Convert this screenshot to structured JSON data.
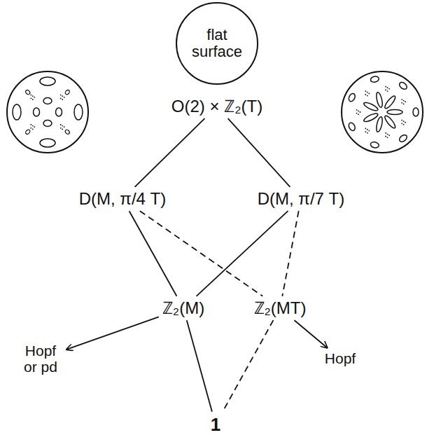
{
  "diagram": {
    "nodes": [
      {
        "text": [
          "flat surface"
        ]
      },
      {
        "text": [
          "O(2) × ℤ₂(T)"
        ]
      },
      {
        "text": [
          "D(M, π/4 T)"
        ]
      },
      {
        "text": [
          "D(M, π/7 T)"
        ]
      },
      {
        "text": [
          "ℤ₂(M)"
        ]
      },
      {
        "text": [
          "ℤ₂(MT)"
        ]
      },
      {
        "text": [
          "Hopf or pd"
        ]
      },
      {
        "text": [
          "Hopf"
        ]
      },
      {
        "text": [
          "1"
        ]
      }
    ],
    "edges": [
      {
        "from": 1,
        "to": 2,
        "arrow": "none"
      },
      {
        "from": 1,
        "to": 3,
        "arrow": "none"
      },
      {
        "from": 2,
        "to": 4,
        "arrow": "none"
      },
      {
        "from": 2,
        "to": 5,
        "arrow": "none"
      },
      {
        "from": 3,
        "to": 4,
        "arrow": "none"
      },
      {
        "from": 3,
        "to": 5,
        "arrow": "none"
      },
      {
        "from": 4,
        "to": 8,
        "arrow": "none"
      },
      {
        "from": 5,
        "to": 8,
        "arrow": "none"
      },
      {
        "from": 4,
        "to": 6,
        "arrow": "to"
      },
      {
        "from": 5,
        "to": 7,
        "arrow": "to"
      }
    ]
  }
}
